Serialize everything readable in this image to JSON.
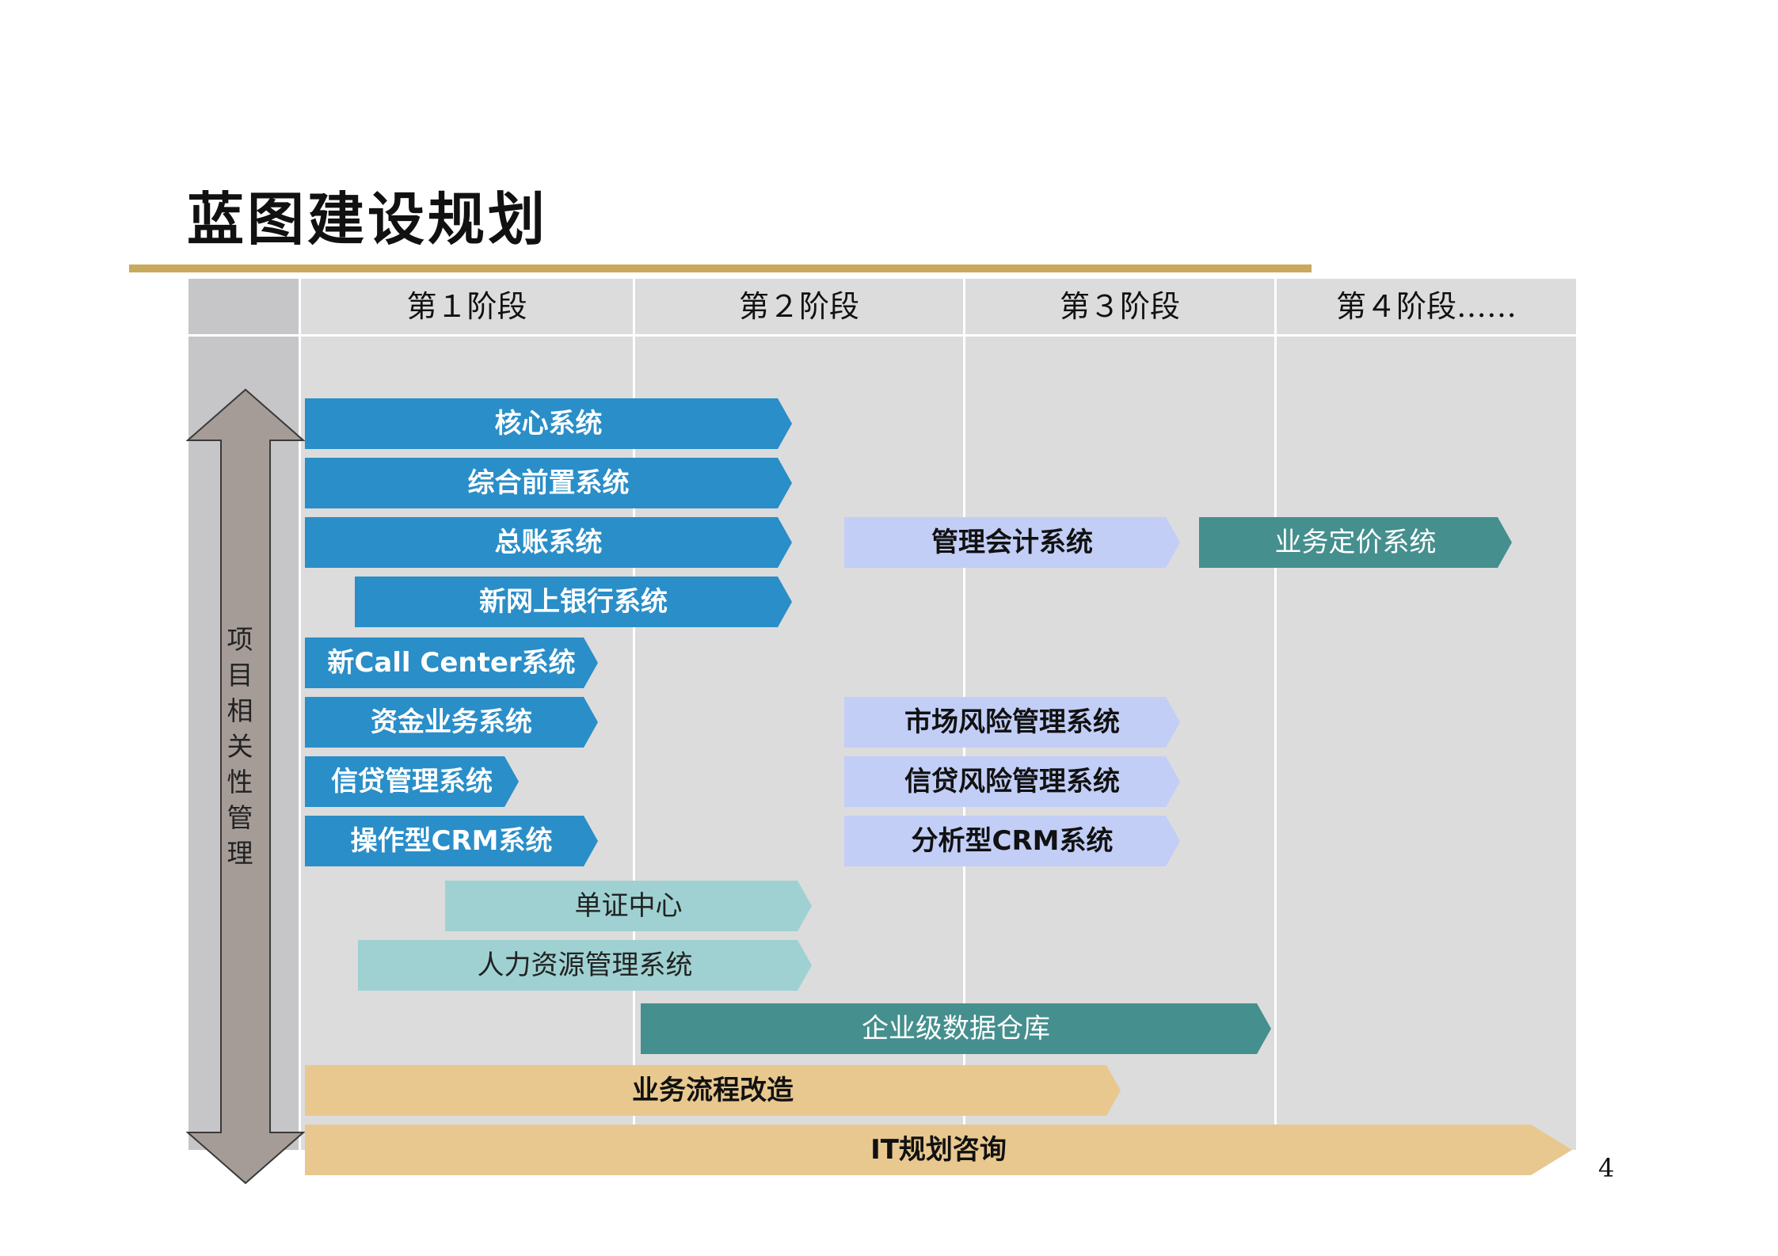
{
  "title": "蓝图建设规划",
  "phases": [
    "第１阶段",
    "第２阶段",
    "第３阶段",
    "第４阶段……"
  ],
  "side_label": "项目相关性管理",
  "bars": {
    "core": "核心系统",
    "frontend": "综合前置系统",
    "ledger": "总账系统",
    "ebank": "新网上银行系统",
    "callcenter": "新Call Center系统",
    "treasury": "资金业务系统",
    "credit": "信贷管理系统",
    "op_crm": "操作型CRM系统",
    "mgmt_acct": "管理会计系统",
    "pricing": "业务定价系统",
    "market_risk": "市场风险管理系统",
    "credit_risk": "信贷风险管理系统",
    "ana_crm": "分析型CRM系统",
    "voucher": "单证中心",
    "hr": "人力资源管理系统",
    "dw": "企业级数据仓库",
    "bpr": "业务流程改造",
    "it": "IT规划咨询"
  },
  "colors": {
    "title_rule": "#c9a95c",
    "phase_1_systems": "#2a8ec8",
    "phase_3_systems": "#c2cef6",
    "data_systems": "#458f8e",
    "support_systems": "#9fd1d2",
    "consulting": "#e8c88f",
    "side_arrow": "#a59c98"
  },
  "page_number": "4"
}
